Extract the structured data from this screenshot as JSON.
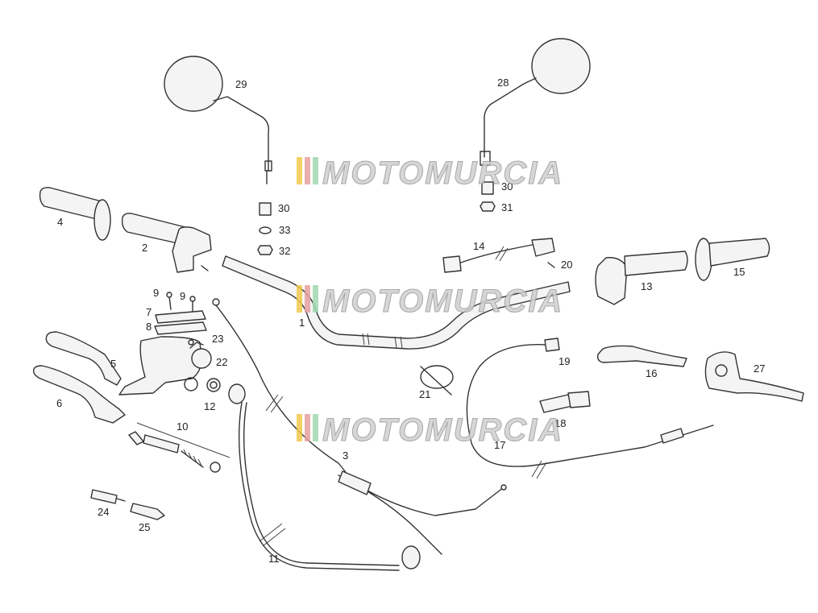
{
  "watermark": {
    "text": "MOTOMURCIA",
    "stripe_colors": [
      "#f2c94c",
      "#e8a0a0",
      "#9fd8b0"
    ]
  },
  "callouts": {
    "c1": "1",
    "c2": "2",
    "c3": "3",
    "c4": "4",
    "c5": "5",
    "c6": "6",
    "c7": "7",
    "c8": "8",
    "c9a": "9",
    "c9b": "9",
    "c10": "10",
    "c11": "11",
    "c12": "12",
    "c13": "13",
    "c14": "14",
    "c15": "15",
    "c16": "16",
    "c17": "17",
    "c18": "18",
    "c19": "19",
    "c20": "20",
    "c21": "21",
    "c22": "22",
    "c23": "23",
    "c24": "24",
    "c25": "25",
    "c27": "27",
    "c28": "28",
    "c29": "29",
    "c30a": "30",
    "c30b": "30",
    "c31": "31",
    "c32": "32",
    "c33": "33"
  }
}
